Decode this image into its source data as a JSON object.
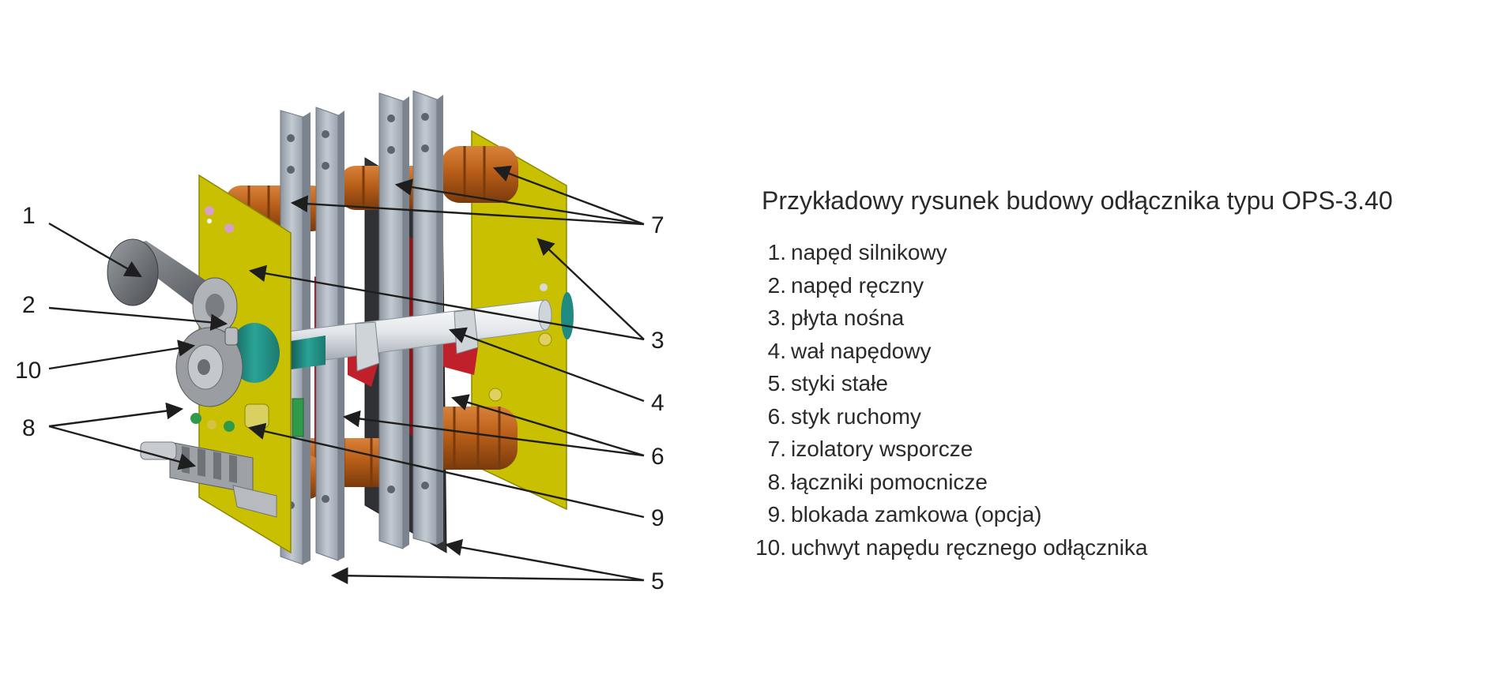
{
  "diagram": {
    "title": "Przykładowy rysunek budowy odłącznika typu OPS-3.40",
    "callouts": [
      "1",
      "2",
      "10",
      "8",
      "7",
      "3",
      "4",
      "6",
      "9",
      "5"
    ],
    "legend": [
      {
        "num": "1.",
        "text": "napęd silnikowy"
      },
      {
        "num": "2.",
        "text": "napęd ręczny"
      },
      {
        "num": "3.",
        "text": "płyta nośna"
      },
      {
        "num": "4.",
        "text": "wał napędowy"
      },
      {
        "num": "5.",
        "text": "styki stałe"
      },
      {
        "num": "6.",
        "text": "styk ruchomy"
      },
      {
        "num": "7.",
        "text": "izolatory wsporcze"
      },
      {
        "num": "8.",
        "text": "łączniki pomocnicze"
      },
      {
        "num": "9.",
        "text": "blokada zamkowa (opcja)"
      },
      {
        "num": "10.",
        "text": "uchwyt napędu ręcznego odłącznika"
      }
    ]
  },
  "colors": {
    "plate": "#c8c000",
    "insulator": "#b85e18",
    "busbar": "#aab2bc",
    "shaft": "#e8ecef",
    "motor": "#6a6e72",
    "teal": "#1f8a7f",
    "contact": "#8a1620",
    "arrow": "#1e1e1e"
  }
}
